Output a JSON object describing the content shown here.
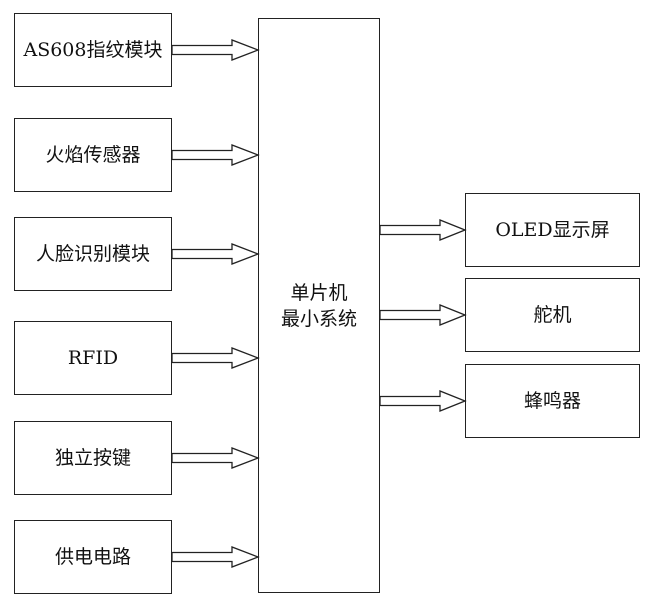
{
  "diagram": {
    "inputs": [
      {
        "label": "AS608指纹模块"
      },
      {
        "label": "火焰传感器"
      },
      {
        "label": "人脸识别模块"
      },
      {
        "label": "RFID"
      },
      {
        "label": "独立按键"
      },
      {
        "label": "供电电路"
      }
    ],
    "center": {
      "line1": "单片机",
      "line2": "最小系统"
    },
    "outputs": [
      {
        "label": "OLED显示屏"
      },
      {
        "label": "舵机"
      },
      {
        "label": "蜂鸣器"
      }
    ]
  }
}
